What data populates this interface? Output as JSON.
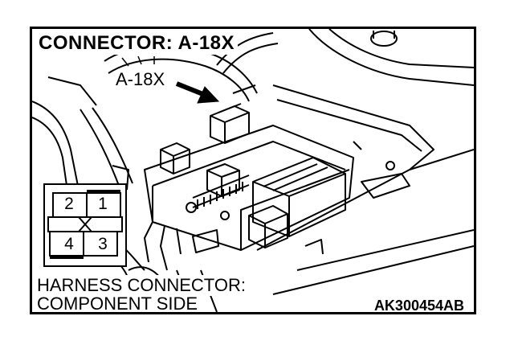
{
  "title": "CONNECTOR: A-18X",
  "callout": "A-18X",
  "caption": {
    "line1": "HARNESS CONNECTOR:",
    "line2": "COMPONENT SIDE"
  },
  "code": "AK300454AB",
  "pins": {
    "p1": "1",
    "p2": "2",
    "p3": "3",
    "p4": "4"
  }
}
